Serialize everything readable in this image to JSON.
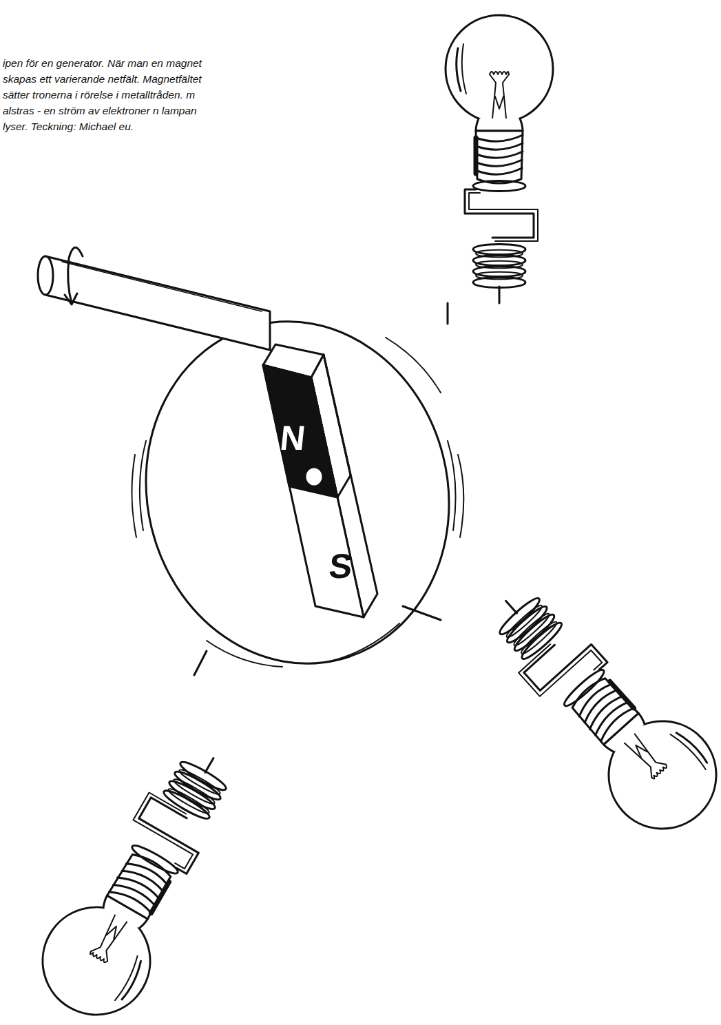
{
  "diagram": {
    "caption": "ipen för en generator. När man en magnet skapas ett varierande netfält. Magnetfältet sätter tronerna i rörelse i metalltråden. m alstras - en ström av elektroner n lampan lyser. Teckning: Michael eu.",
    "labels": [
      "N",
      "S"
    ]
  }
}
